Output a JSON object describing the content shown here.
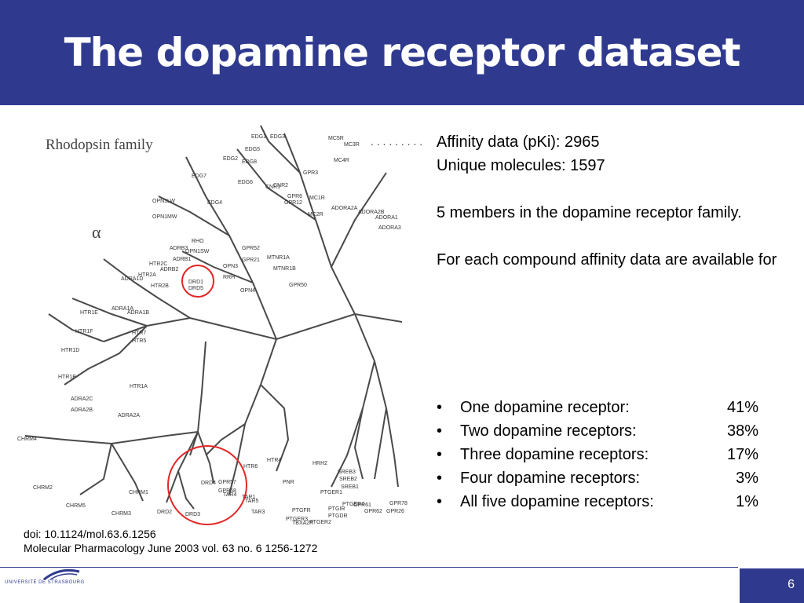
{
  "title": "The dopamine receptor dataset",
  "figure": {
    "family_label": "Rhodopsin family",
    "alpha_label": "α",
    "labels": [
      "EDG1",
      "EDG3",
      "EDG5",
      "EDG8",
      "EDG2",
      "EDG6",
      "EDG7",
      "EDG4",
      "MC5R",
      "MC3R",
      "MC4R",
      "GPR3",
      "MC1R",
      "MC2R",
      "GPR6",
      "CNR2",
      "CNR1",
      "GPR12",
      "ADORA2A",
      "ADORA2B",
      "ADORA1",
      "ADORA3",
      "OPN1LW",
      "OPN1MW",
      "RHO",
      "OPN1SW",
      "ADRB3",
      "ADRB1",
      "ADRB2",
      "HTR2C",
      "HTR2A",
      "HTR2B",
      "ADRA1D",
      "ADRA1A",
      "ADRA1B",
      "HTR1E",
      "HTR1F",
      "HTR1D",
      "HTR1B",
      "HTR1A",
      "HTR7",
      "HTR5",
      "HTR6",
      "HTR4",
      "ADRA2C",
      "ADRA2B",
      "ADRA2A",
      "CHRM4",
      "CHRM2",
      "CHRM5",
      "CHRM1",
      "CHRM3",
      "DRD1",
      "DRD5",
      "DRD2",
      "DRD3",
      "DRD4",
      "GPR52",
      "GPR21",
      "MTNR1A",
      "MTNR1B",
      "GPR50",
      "OPN3",
      "OPN4",
      "RRH",
      "GPR57",
      "GPR58",
      "TAR1",
      "TAR3",
      "TAR4",
      "TAR5",
      "PNR",
      "PTGFR",
      "PTGER3",
      "PTGER2",
      "PTGER1",
      "PTGIR",
      "TBXA2R",
      "PTGDR",
      "PTGER4",
      "SREB3",
      "SREB2",
      "SREB1",
      "GPR61",
      "GPR62",
      "GPR78",
      "GPR26",
      "HRH2"
    ]
  },
  "info": {
    "line1": "Affinity data (pKi): 2965",
    "line2": "Unique molecules: 1597",
    "line3": "5 members in the dopamine receptor family.",
    "line4": "For each compound affinity data are available for"
  },
  "bullets": [
    {
      "label": "One dopamine receptor:",
      "value": "41%"
    },
    {
      "label": "Two dopamine receptors:",
      "value": "38%"
    },
    {
      "label": "Three dopamine receptors:",
      "value": "17%"
    },
    {
      "label": "Four dopamine receptors:",
      "value": "3%"
    },
    {
      "label": "All five dopamine receptors:",
      "value": "1%"
    }
  ],
  "citation": {
    "doi": "doi: 10.1124/mol.63.6.1256",
    "journal": "Molecular Pharmacology June 2003 vol. 63 no. 6 1256-1272"
  },
  "footer": {
    "logo_text": "UNIVERSITÉ DE STRASBOURG",
    "page_number": "6"
  },
  "colors": {
    "brand": "#2f3a8f",
    "highlight": "#e32626"
  }
}
